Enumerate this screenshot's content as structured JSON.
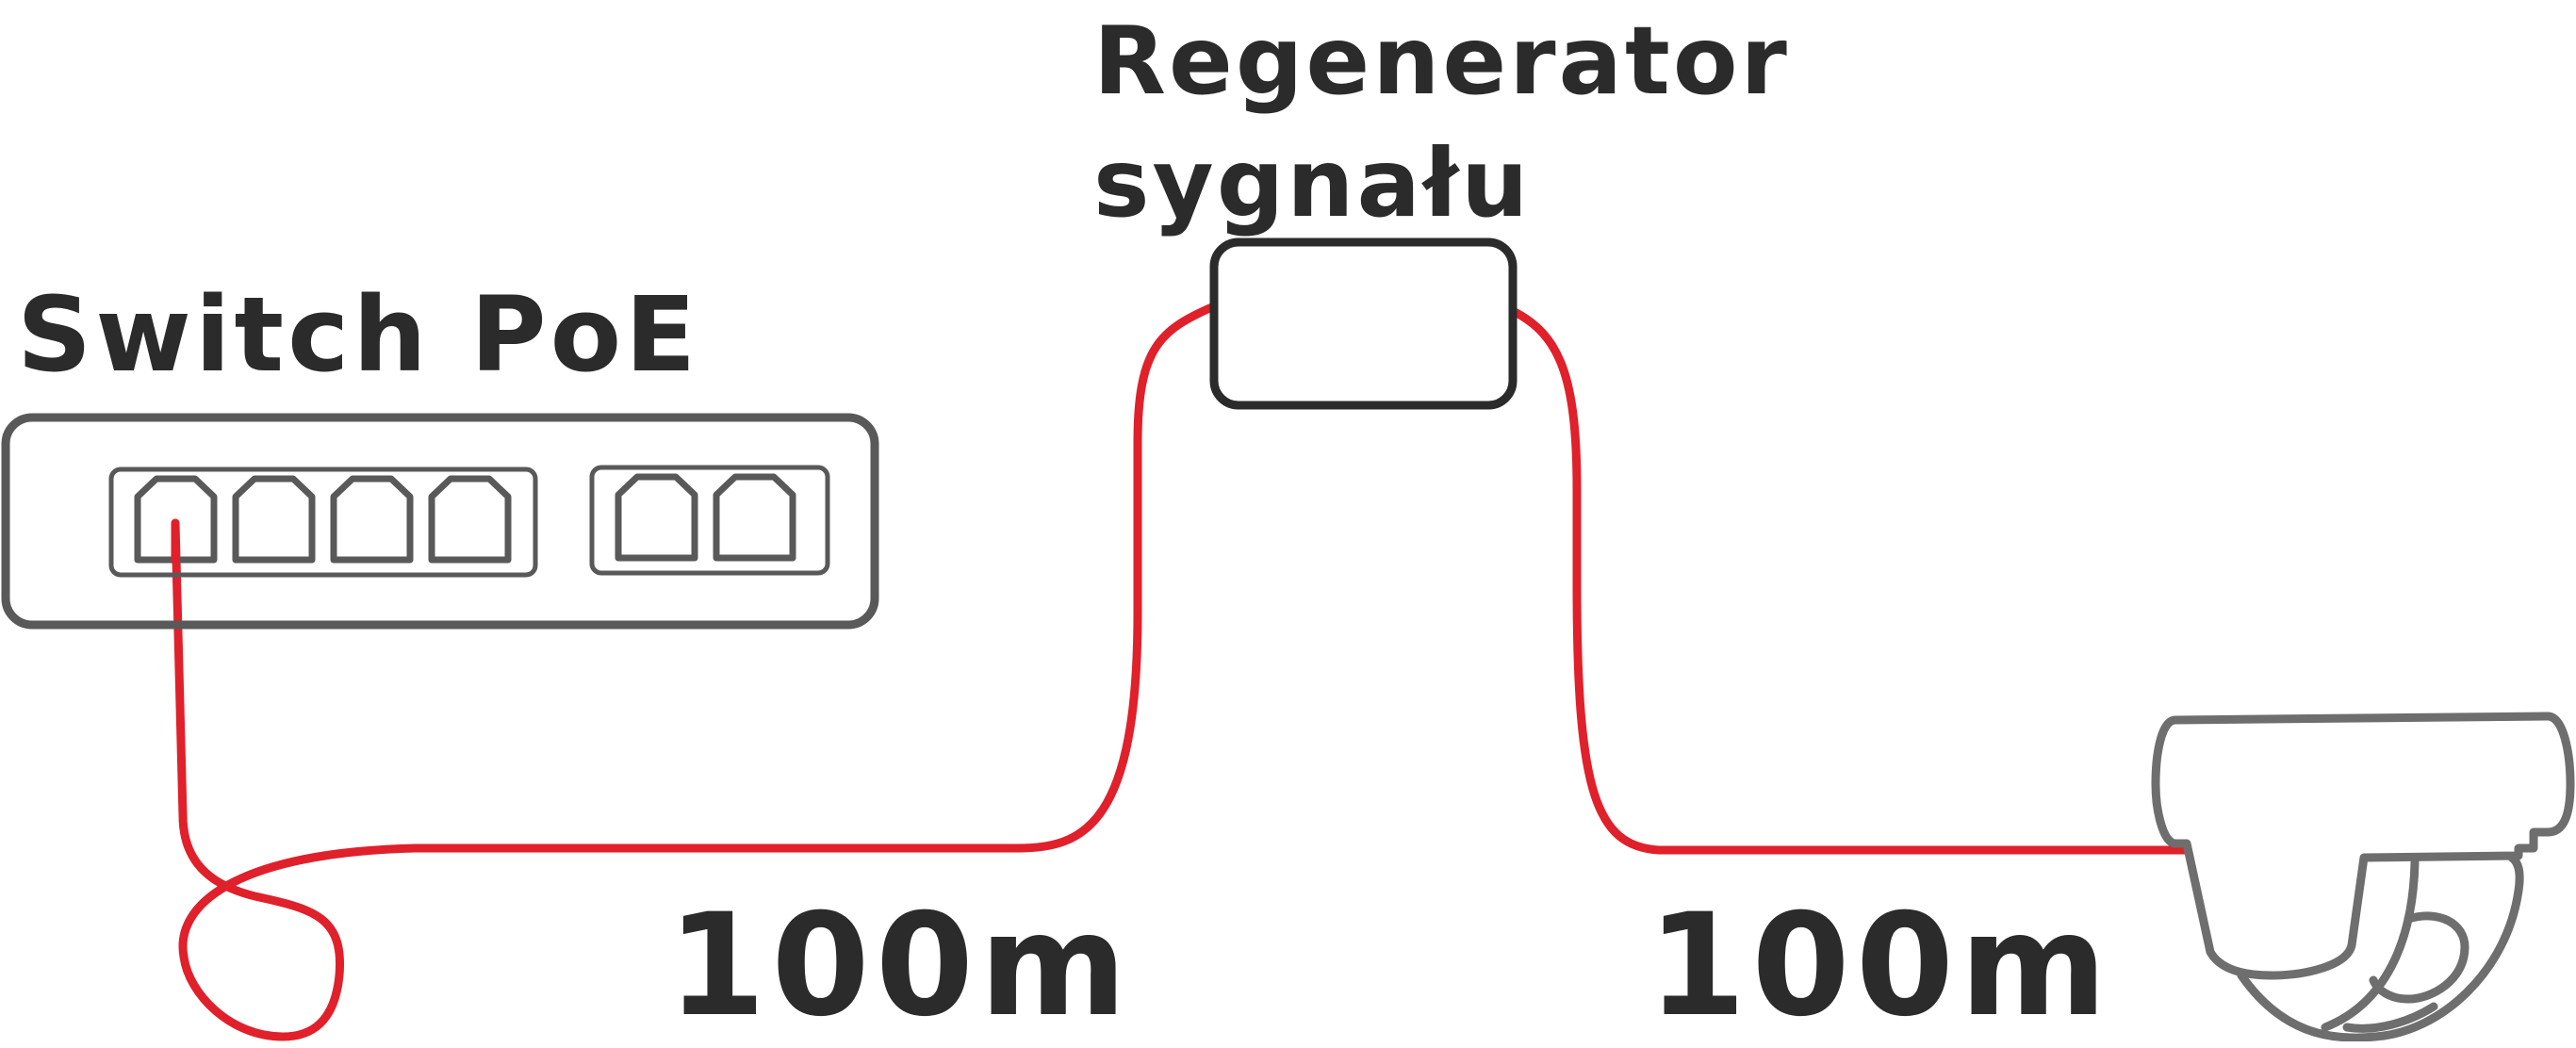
{
  "labels": {
    "switch": "Switch PoE",
    "regenerator_line1": "Regenerator",
    "regenerator_line2": "sygnału",
    "distance_left": "100m",
    "distance_right": "100m"
  },
  "colors": {
    "cable": "#e0202a",
    "device_outline": "#2b2b2b",
    "switch_outline": "#595959",
    "camera_outline": "#6e6e6e",
    "text": "#2b2b2b"
  },
  "icons": {
    "switch": "network-switch-icon",
    "regenerator": "signal-regenerator-icon",
    "camera": "dome-camera-icon"
  }
}
